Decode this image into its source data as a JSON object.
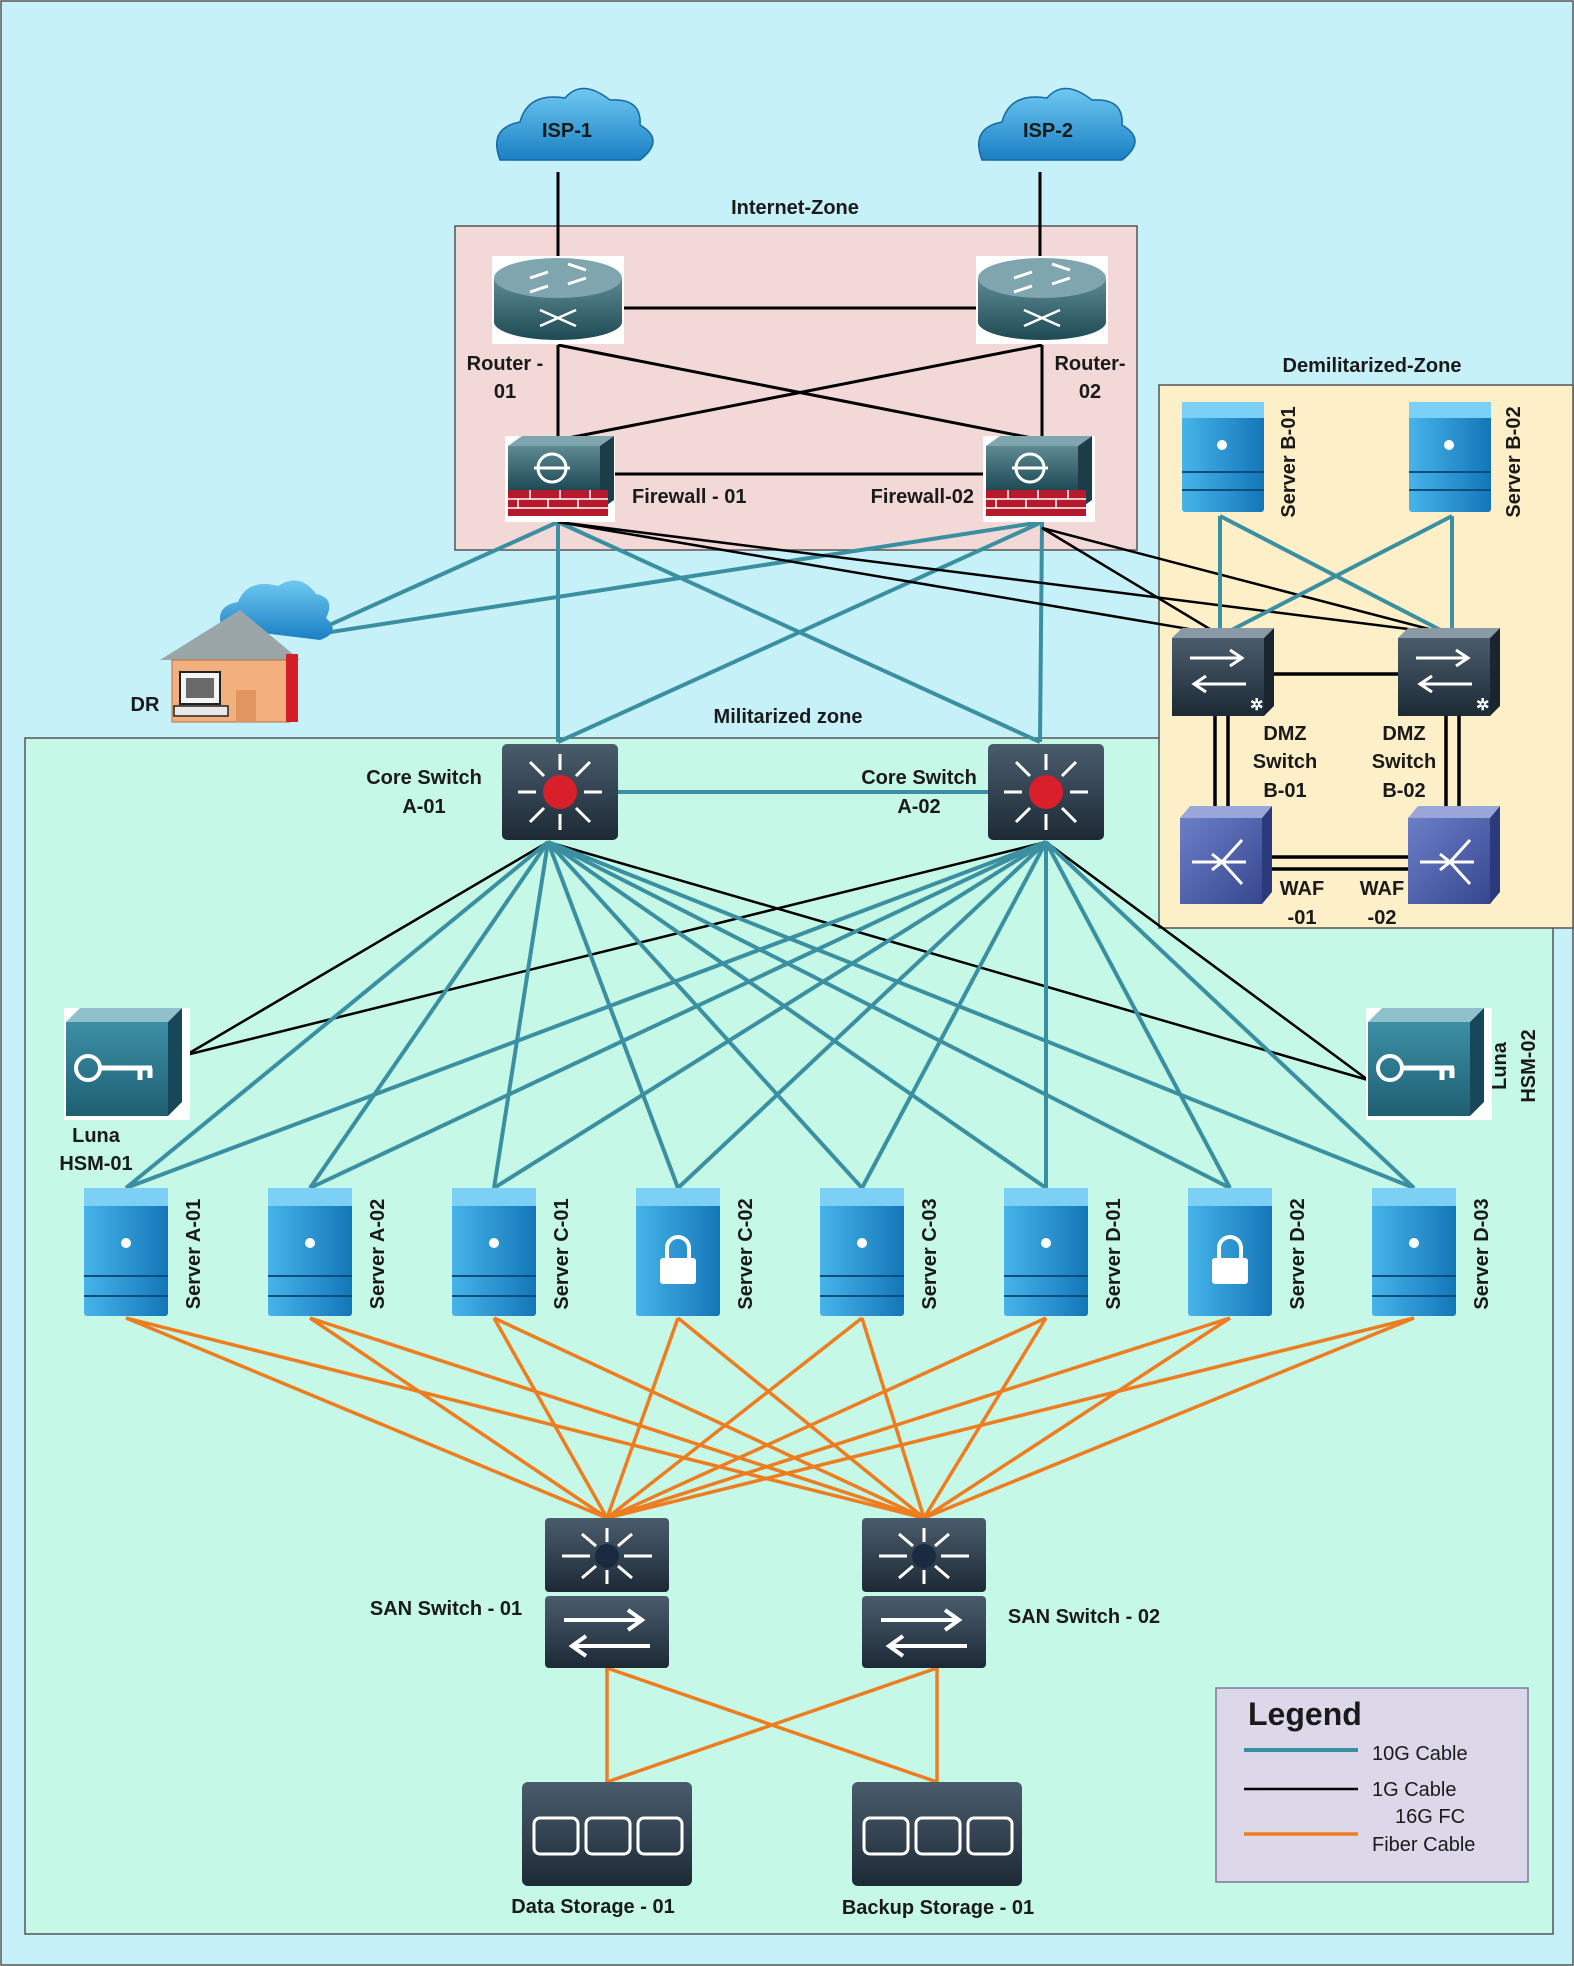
{
  "colors": {
    "background": "#c6f1f8",
    "internet_zone_fill": "#f2d9d7",
    "dmz_fill": "#fdf0c9",
    "militarized_fill": "#c5f8e6",
    "legend_fill": "#dcd8ea",
    "cable_10g": "#3a8fa0",
    "cable_1g": "#000000",
    "cable_fc": "#ee7d20",
    "device_dark": "#2b3b49",
    "server_blue": "#1f8fce"
  },
  "zones": {
    "internet": "Internet-Zone",
    "dmz": "Demilitarized-Zone",
    "militarized": "Militarized zone"
  },
  "clouds": {
    "isp1": "ISP-1",
    "isp2": "ISP-2"
  },
  "routers": {
    "r1_line1": "Router -",
    "r1_line2": "01",
    "r2_line1": "Router-",
    "r2_line2": "02"
  },
  "firewalls": {
    "fw1": "Firewall - 01",
    "fw2": "Firewall-02"
  },
  "dr": "DR",
  "dmz_devices": {
    "server_b01": "Server B-01",
    "server_b02": "Server B-02",
    "sw1": [
      "DMZ",
      "Switch",
      "B-01"
    ],
    "sw2": [
      "DMZ",
      "Switch",
      "B-02"
    ],
    "waf1": [
      "WAF",
      "-01"
    ],
    "waf2": [
      "WAF",
      "-02"
    ]
  },
  "core": {
    "a01": [
      "Core Switch",
      "A-01"
    ],
    "a02": [
      "Core Switch",
      "A-02"
    ]
  },
  "hsm": {
    "hsm1": [
      "Luna",
      "HSM-01"
    ],
    "hsm2": [
      "Luna",
      "HSM-02"
    ]
  },
  "servers": [
    "Server A-01",
    "Server A-02",
    "Server C-01",
    "Server C-02",
    "Server C-03",
    "Server D-01",
    "Server D-02",
    "Server D-03"
  ],
  "san": {
    "sw1": "SAN Switch - 01",
    "sw2": "SAN Switch - 02"
  },
  "storage": {
    "data": "Data Storage - 01",
    "backup": "Backup Storage - 01"
  },
  "legend": {
    "title": "Legend",
    "item_10g": "10G Cable",
    "item_1g": "1G Cable",
    "item_fc_line1": "16G FC",
    "item_fc_line2": "Fiber Cable"
  }
}
